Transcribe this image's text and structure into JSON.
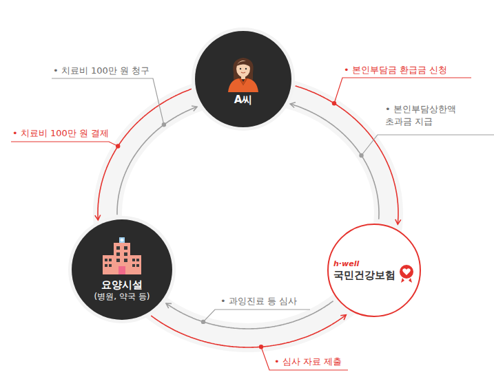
{
  "diagram": {
    "nodes": [
      {
        "text": [
          "A씨"
        ]
      },
      {
        "text": [
          "요양시설",
          "(병원, 약국 등)"
        ]
      },
      {
        "text": [
          "h·well",
          "국민건강보험"
        ]
      }
    ],
    "edges": [
      {
        "from": 1,
        "to": 0,
        "arrow": "to",
        "label": "• 치료비 100만 원 청구"
      },
      {
        "from": 0,
        "to": 1,
        "arrow": "to",
        "label": "• 치료비 100만 원 결제"
      },
      {
        "from": 0,
        "to": 2,
        "arrow": "to",
        "label": "• 본인부담금 환급금 신청"
      },
      {
        "from": 2,
        "to": 0,
        "arrow": "to",
        "label": "• 본인부담상한액 초과금 지급"
      },
      {
        "from": 2,
        "to": 1,
        "arrow": "to",
        "label": "• 과잉진료 등 심사"
      },
      {
        "from": 1,
        "to": 2,
        "arrow": "to",
        "label": "• 심사 자료 제출"
      }
    ]
  }
}
